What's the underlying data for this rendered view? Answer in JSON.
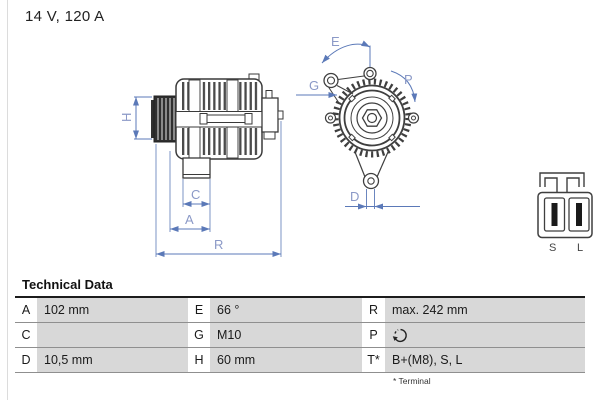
{
  "header": {
    "rating_label": "14 V, 120 A"
  },
  "diagram": {
    "side_view_labels": {
      "H": "H",
      "C": "C",
      "A": "A",
      "R": "R"
    },
    "front_view_labels": {
      "E": "E",
      "G": "G",
      "P": "P",
      "D": "D"
    },
    "connector_labels": {
      "s": "S",
      "l": "L"
    }
  },
  "table": {
    "title": "Technical Data",
    "rows": [
      {
        "c1": {
          "key": "A",
          "value": "102 mm"
        },
        "c2": {
          "key": "E",
          "value": "66 °"
        },
        "c3": {
          "key": "R",
          "value": "max. 242 mm"
        }
      },
      {
        "c1": {
          "key": "C",
          "value": ""
        },
        "c2": {
          "key": "G",
          "value": "M10"
        },
        "c3": {
          "key": "P",
          "value": "",
          "icon": "rotation-direction-icon"
        }
      },
      {
        "c1": {
          "key": "D",
          "value": "10,5 mm"
        },
        "c2": {
          "key": "H",
          "value": "60 mm"
        },
        "c3": {
          "key": "T*",
          "value": "B+(M8), S, L"
        }
      }
    ],
    "footnote": "* Terminal"
  },
  "colors": {
    "dimension_blue": "#5b79b8",
    "dimension_label_blue": "#8b99c7",
    "cell_gray": "#d8d8d8",
    "drawing_gray": "#3a3a3a"
  }
}
